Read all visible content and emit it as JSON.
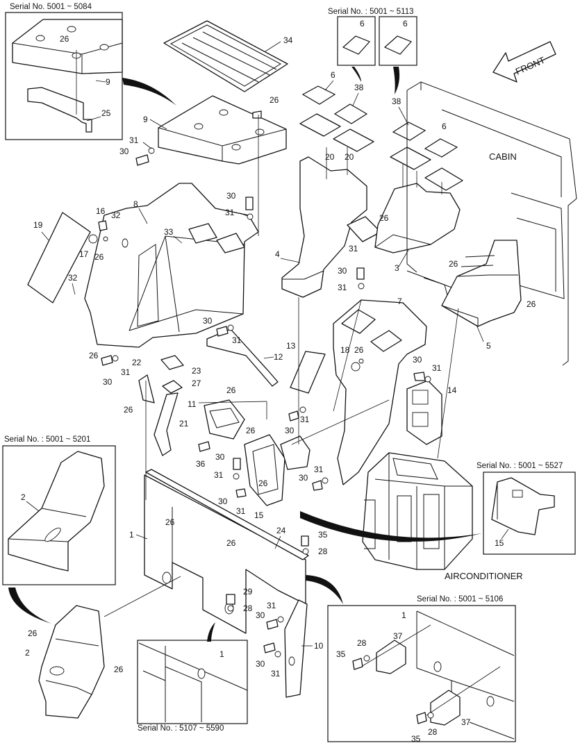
{
  "labels": {
    "cabin": "CABIN",
    "front": "FRONT",
    "airconditioner": "AIRCONDITIONER"
  },
  "serials": {
    "s5001_5084": "Serial No. 5001 ~ 5084",
    "s5001_5113": "Serial No. : 5001 ~ 5113",
    "s5001_5201": "Serial No. : 5001 ~ 5201",
    "s5001_5527": "Serial No. : 5001 ~ 5527",
    "s5001_5106": "Serial No. : 5001 ~ 5106",
    "s5107_5590": "Serial No. : 5107 ~ 5590"
  },
  "part_numbers": [
    "1",
    "2",
    "3",
    "4",
    "5",
    "6",
    "7",
    "8",
    "9",
    "10",
    "11",
    "12",
    "13",
    "14",
    "15",
    "16",
    "17",
    "18",
    "19",
    "20",
    "21",
    "22",
    "23",
    "24",
    "25",
    "26",
    "27",
    "28",
    "29",
    "30",
    "31",
    "32",
    "33",
    "34",
    "35",
    "36",
    "37",
    "38"
  ]
}
